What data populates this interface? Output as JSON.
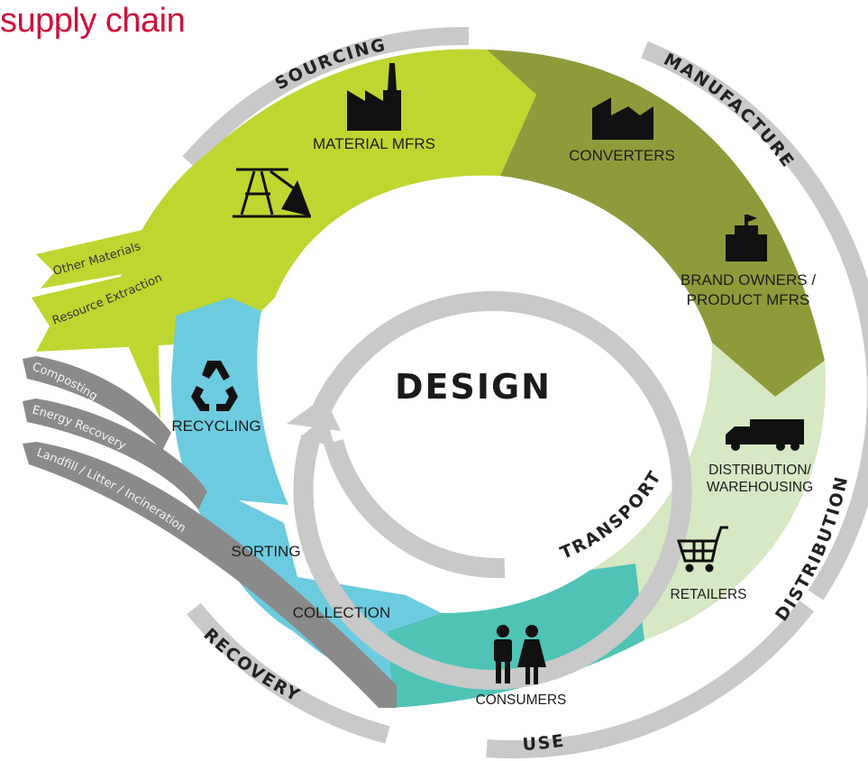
{
  "title": "supply chain",
  "center_label": "DESIGN",
  "stages": {
    "sourcing": "SOURCING",
    "manufacture": "MANUFACTURE",
    "distribution": "DISTRIBUTION",
    "use": "USE",
    "recovery": "RECOVERY",
    "transport": "TRANSPORT"
  },
  "nodes": {
    "material_mfrs": "MATERIAL MFRS",
    "converters": "CONVERTERS",
    "brand_owners_line1": "BRAND OWNERS /",
    "brand_owners_line2": "PRODUCT MFRS",
    "distribution_line1": "DISTRIBUTION/",
    "distribution_line2": "WAREHOUSING",
    "retailers": "RETAILERS",
    "consumers": "CONSUMERS",
    "collection": "COLLECTION",
    "sorting": "SORTING",
    "recycling": "RECYCLING"
  },
  "inputs": {
    "other_materials": "Other Materials",
    "resource_extraction": "Resource Extraction"
  },
  "outputs": {
    "composting": "Composting",
    "energy_recovery": "Energy Recovery",
    "landfill": "Landfill / Litter / Incineration"
  },
  "colors": {
    "title": "#d0103a",
    "sourcing_green": "#bfd630",
    "manufacture_olive": "#8f9b3a",
    "distribution_pale": "#d7e8c4",
    "use_teal": "#4fc3b6",
    "recovery_blue": "#6dcbdf",
    "ring_gray": "#c9c9c9",
    "outflow_gray": "#8a8a8a"
  }
}
